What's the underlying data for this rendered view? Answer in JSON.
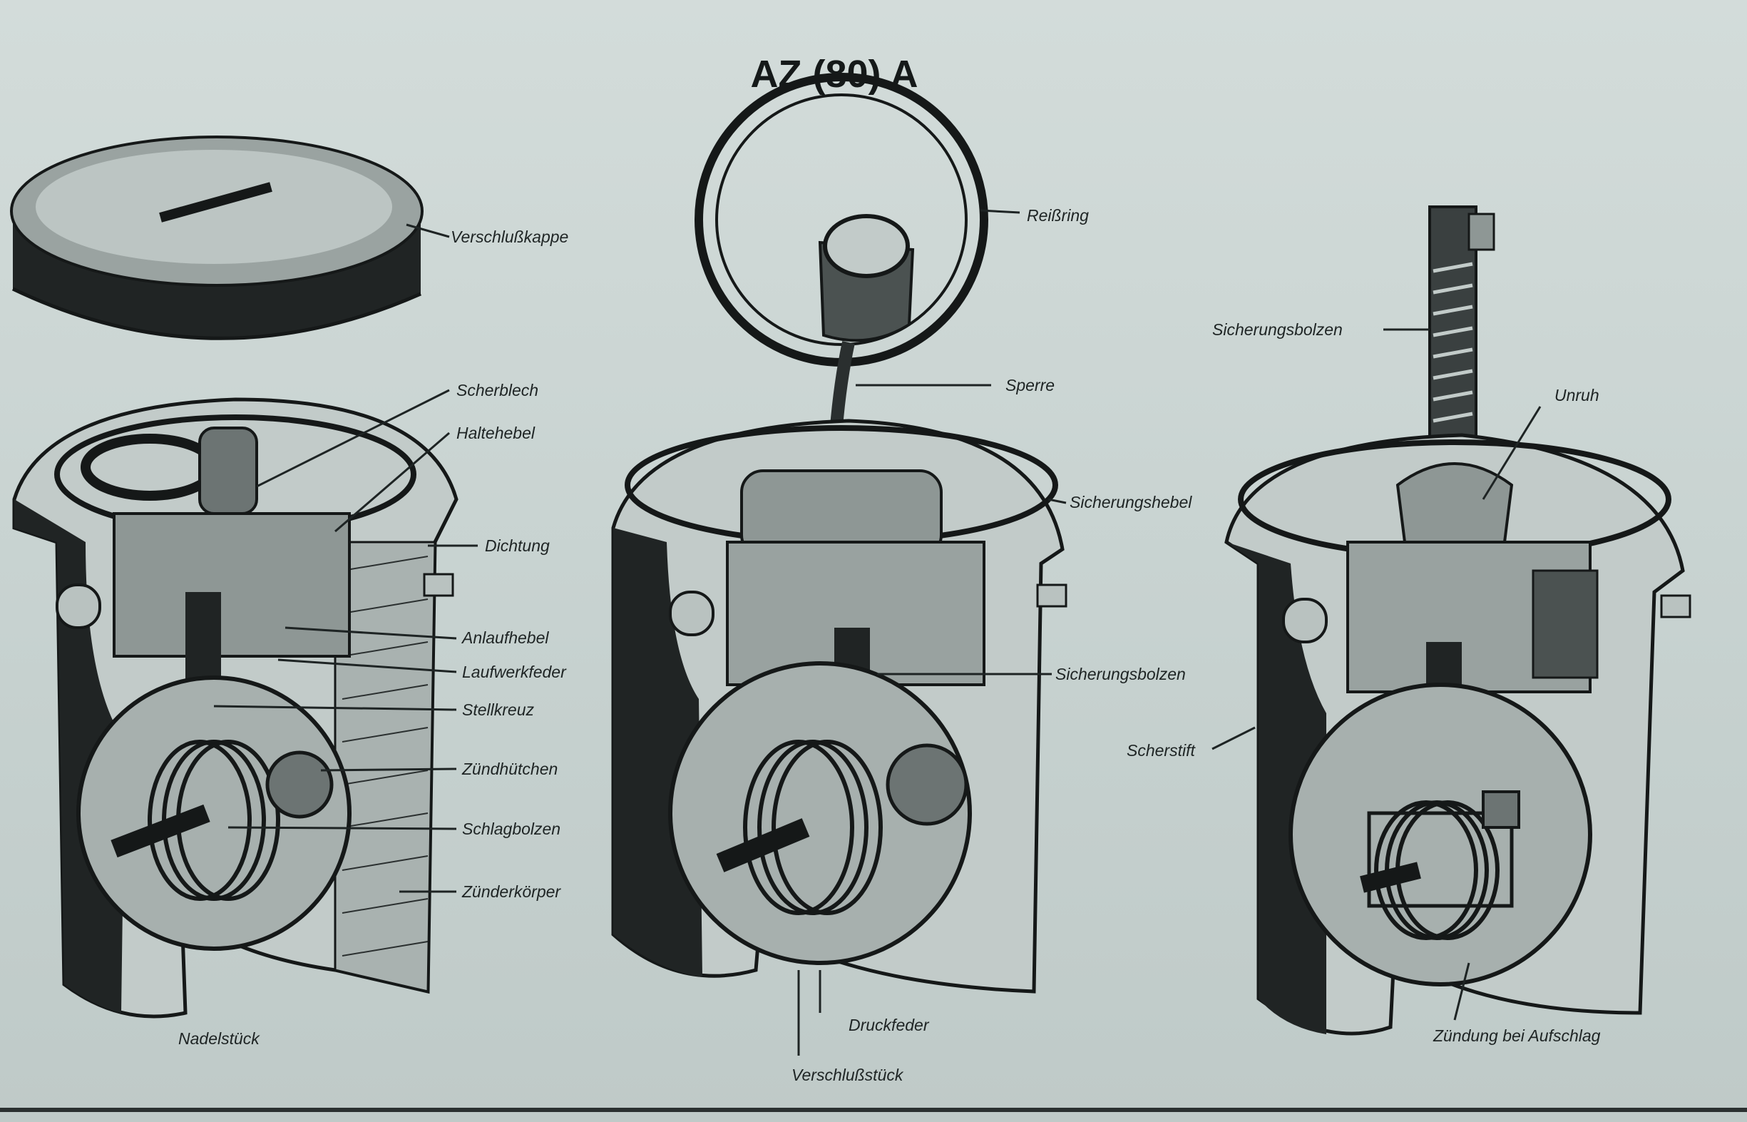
{
  "title": "AZ (80) A",
  "labels": {
    "verschlusskappe": "Verschlußkappe",
    "scherblech": "Scherblech",
    "haltehebel": "Haltehebel",
    "dichtung": "Dichtung",
    "anlaufhebel": "Anlaufhebel",
    "laufwerkfeder": "Laufwerkfeder",
    "stellkreuz": "Stellkreuz",
    "zundhutchen": "Zündhütchen",
    "schlagbolzen": "Schlagbolzen",
    "zunderkorper": "Zünderkörper",
    "nadelstuck": "Nadelstück",
    "reissring": "Reißring",
    "sperre": "Sperre",
    "sicherungshebel": "Sicherungshebel",
    "sicherungsbolzen_mid": "Sicherungsbolzen",
    "druckfeder": "Druckfeder",
    "verschlussstuck": "Verschlußstück",
    "sicherungsbolzen_right": "Sicherungsbolzen",
    "unruh": "Unruh",
    "scherstift": "Scherstift",
    "zundung": "Zündung bei Aufschlag"
  },
  "colors": {
    "ink": "#151818",
    "paper": "#c9d4d2"
  }
}
